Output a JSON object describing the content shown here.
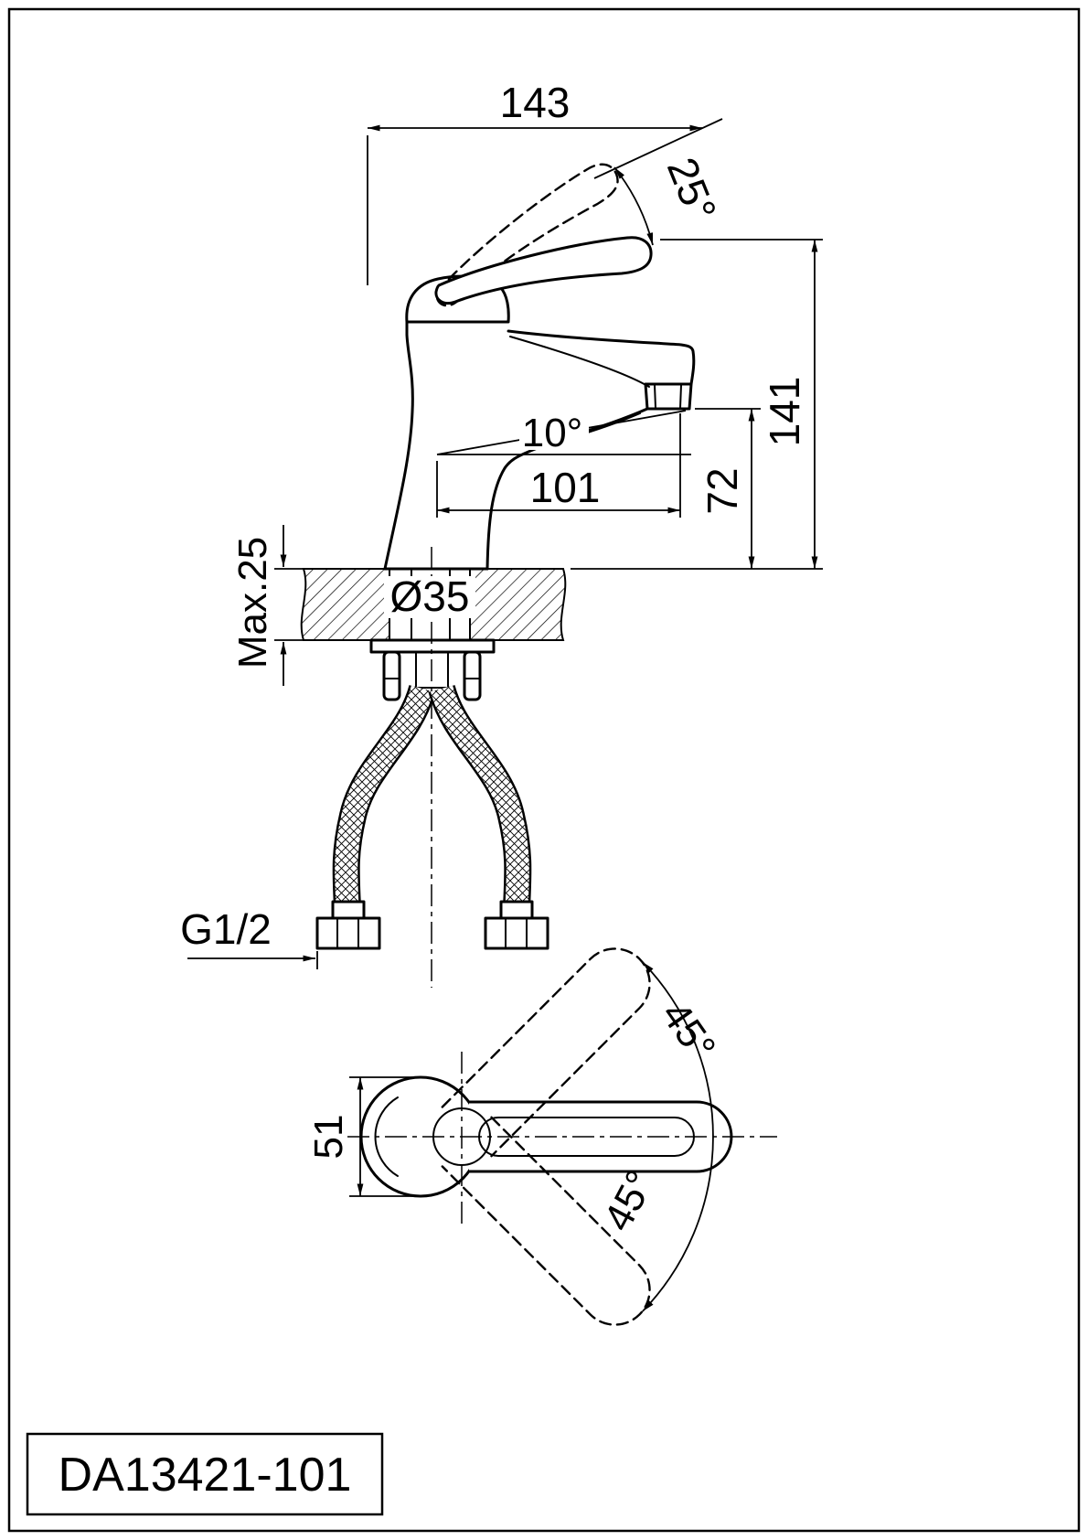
{
  "page": {
    "background": "#ffffff",
    "line_color": "#000000"
  },
  "title_block": {
    "part_number": "DA13421-101"
  },
  "side_view": {
    "name": "faucet-side-elevation",
    "dimensions": {
      "overall_width": "143",
      "handle_lift_angle": "25°",
      "overall_height": "141",
      "spout_outlet_height": "72",
      "spout_angle": "10°",
      "spout_reach": "101",
      "max_deck_thickness": "Max.25",
      "mounting_hole_diameter": "Ø35",
      "supply_hose_thread": "G1/2"
    }
  },
  "top_view": {
    "name": "faucet-top-plan",
    "dimensions": {
      "body_width": "51",
      "handle_swing_up": "45°",
      "handle_swing_down": "45°"
    }
  }
}
